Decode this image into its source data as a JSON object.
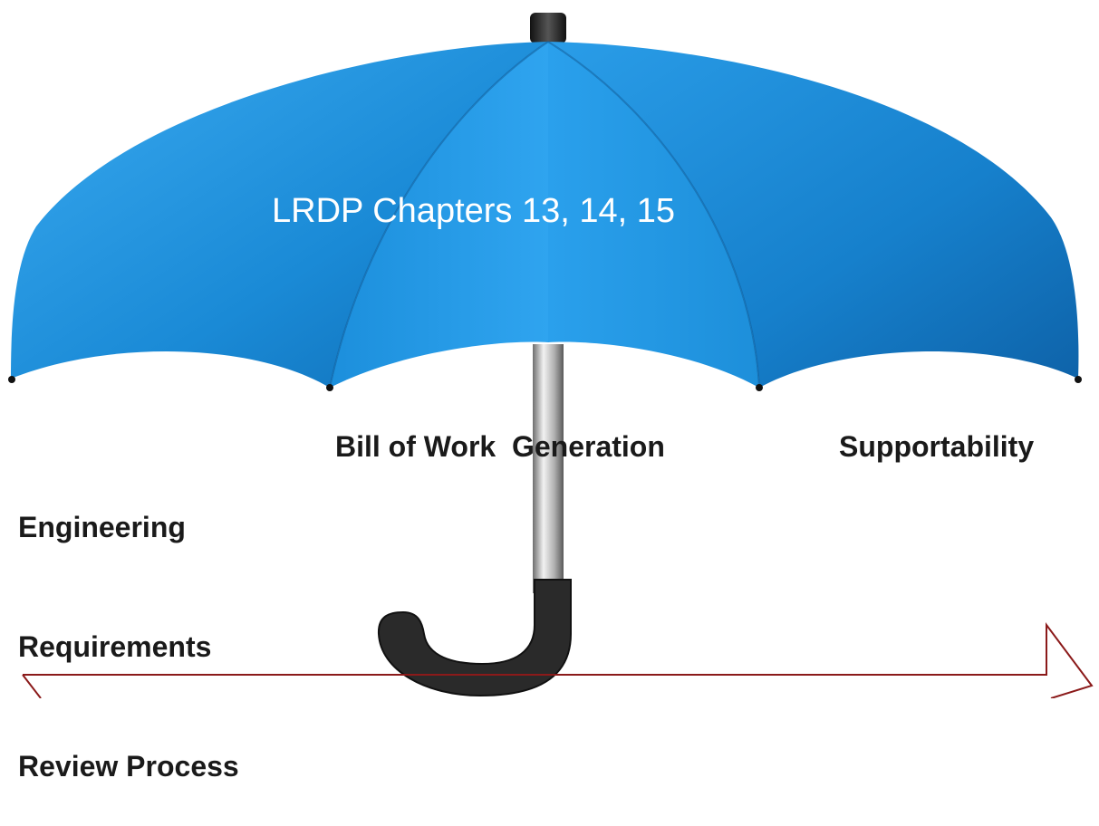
{
  "canopy": {
    "title": "LRDP Chapters 13, 14, 15"
  },
  "labels": {
    "engineering_line1": "Engineering",
    "engineering_line2": "Requirements",
    "engineering_line3": "Review Process",
    "bill_of_work": "Bill of Work  Generation",
    "supportability": "Supportability"
  },
  "colors": {
    "canopy_light": "#2ea3ee",
    "canopy_mid": "#1e8fdc",
    "canopy_dark": "#0f6cb3",
    "handle": "#222222",
    "shaft": "#c8c8c8",
    "arrow_line": "#8b1a1a"
  }
}
